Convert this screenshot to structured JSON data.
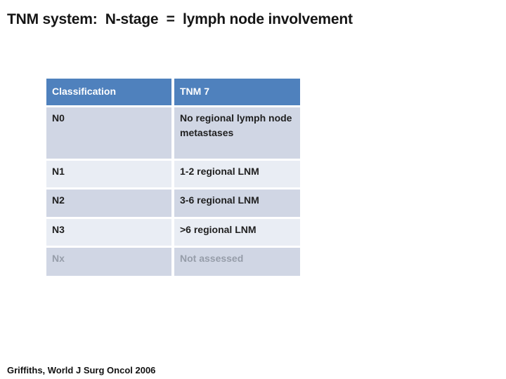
{
  "slide": {
    "title": "TNM system:  N-stage  =  lymph node involvement",
    "citation": "Griffiths, World J Surg Oncol 2006"
  },
  "table": {
    "headers": [
      "Classification",
      "TNM 7"
    ],
    "rows": [
      {
        "classification": "N0",
        "tnm7": "No regional lymph node metastases",
        "muted": false
      },
      {
        "classification": "N1",
        "tnm7": "1-2 regional LNM",
        "muted": false
      },
      {
        "classification": "N2",
        "tnm7": "3-6 regional LNM",
        "muted": false
      },
      {
        "classification": "N3",
        "tnm7": ">6 regional LNM",
        "muted": false
      },
      {
        "classification": "Nx",
        "tnm7": "Not assessed",
        "muted": true
      }
    ]
  },
  "colors": {
    "header_bg": "#4F81BD",
    "band_dark": "#D0D6E4",
    "band_light": "#E9EDF4",
    "header_text": "#FFFFFF",
    "body_text": "#1F1F1F",
    "muted_text": "#969DA9"
  }
}
